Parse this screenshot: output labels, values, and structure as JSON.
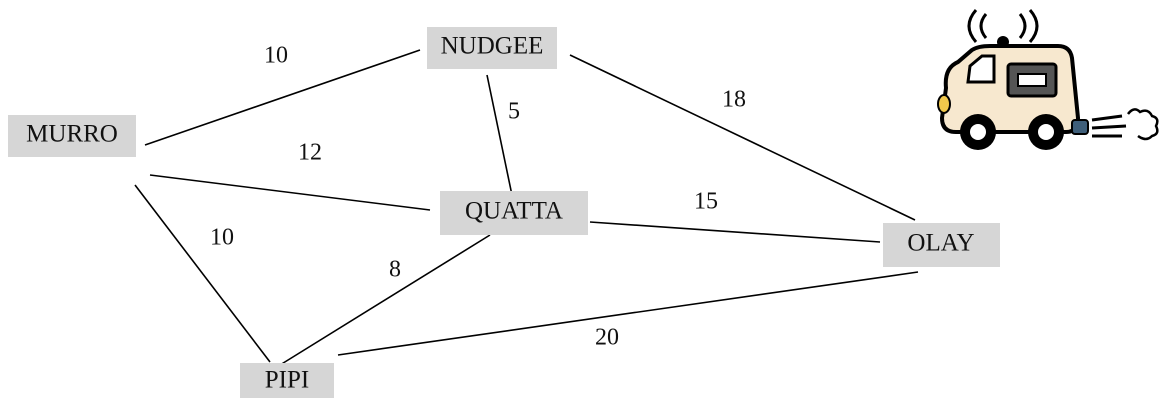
{
  "diagram": {
    "nodes": [
      {
        "id": "nudgee",
        "label": "NUDGEE"
      },
      {
        "id": "murro",
        "label": "MURRO"
      },
      {
        "id": "quatta",
        "label": "QUATTA"
      },
      {
        "id": "olay",
        "label": "OLAY"
      },
      {
        "id": "pipi",
        "label": "PIPI"
      }
    ],
    "edges": [
      {
        "from": "murro",
        "to": "nudgee",
        "weight": "10"
      },
      {
        "from": "nudgee",
        "to": "quatta",
        "weight": "5"
      },
      {
        "from": "nudgee",
        "to": "olay",
        "weight": "18"
      },
      {
        "from": "murro",
        "to": "quatta",
        "weight": "12"
      },
      {
        "from": "murro",
        "to": "pipi",
        "weight": "10"
      },
      {
        "from": "quatta",
        "to": "olay",
        "weight": "15"
      },
      {
        "from": "quatta",
        "to": "pipi",
        "weight": "8"
      },
      {
        "from": "pipi",
        "to": "olay",
        "weight": "20"
      }
    ]
  },
  "decoration": {
    "icon": "delivery-van-icon",
    "body_color": "#f7e8cf",
    "outline_color": "#000000",
    "wheel_color": "#000000",
    "bumper_color": "#3f5f7a"
  }
}
